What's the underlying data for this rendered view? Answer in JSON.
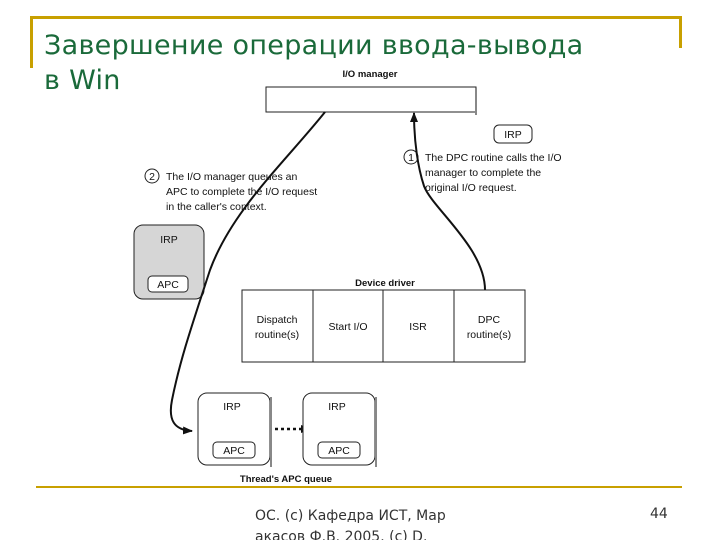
{
  "slide": {
    "title_line1": "Завершение операции ввода-вывода",
    "title_line2": "в Win",
    "footer_line1": "ОС. (c) Кафедра ИСТ, Мар",
    "footer_line2": "акасов Ф.В. 2005. (c) D.",
    "page_number": "44"
  },
  "diagram": {
    "io_manager_label": "I/O manager",
    "irp_top": "IRP",
    "step1_number": "1",
    "step1_lines": [
      "The DPC routine calls the I/O",
      "manager to complete the",
      "original I/O request."
    ],
    "step2_number": "2",
    "step2_lines": [
      "The I/O manager queues an",
      "APC to complete the I/O request",
      "in the caller's context."
    ],
    "irp_left": "IRP",
    "apc_left": "APC",
    "device_driver_label": "Device driver",
    "driver_cells": [
      [
        "Dispatch",
        "routine(s)"
      ],
      [
        "Start I/O"
      ],
      [
        "ISR"
      ],
      [
        "DPC",
        "routine(s)"
      ]
    ],
    "queue_irp1": "IRP",
    "queue_apc1": "APC",
    "queue_irp2": "IRP",
    "queue_apc2": "APC",
    "apc_queue_label": "Thread's APC queue"
  }
}
